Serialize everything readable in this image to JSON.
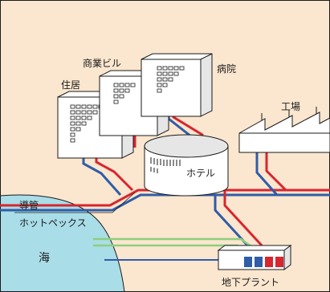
{
  "labels": {
    "residence": "住居",
    "commercial": "商業ビル",
    "hospital": "病院",
    "factory": "工場",
    "hotel": "ホテル",
    "conduit": "導管",
    "hot_pex": "ホットペックス",
    "sea": "海",
    "plant": "地下プラント"
  },
  "colors": {
    "background": "#fbe6cf",
    "sea": "#a9dde8",
    "hot_pipe": "#d7262f",
    "cold_pipe": "#2f5da8",
    "sea_pipe": "#8ccf7d",
    "building_fill": "#ffffff",
    "building_side": "#e6e6e6",
    "outline": "#1a1a1a"
  }
}
